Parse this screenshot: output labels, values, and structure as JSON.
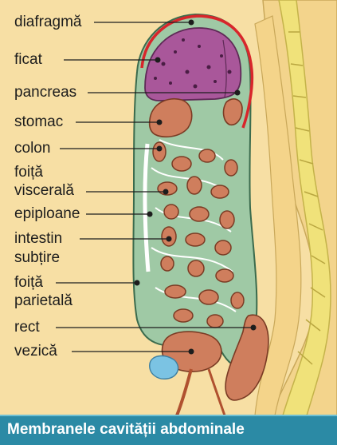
{
  "labels": {
    "diafragma": "diafragmă",
    "ficat": "ficat",
    "pancreas": "pancreas",
    "stomac": "stomac",
    "colon": "colon",
    "foita_viscerala_line1": "foiță",
    "foita_viscerala_line2": "viscerală",
    "epiploane": "epiploane",
    "intestin_line1": "intestin",
    "intestin_line2": "subțire",
    "foita_parietala_line1": "foiță",
    "foita_parietala_line2": "parietală",
    "rect": "rect",
    "vezica": "vezică"
  },
  "caption": "Membranele cavității abdominale",
  "colors": {
    "background": "#f7dfa4",
    "cavity_green": "#9fc9a5",
    "liver_purple": "#a9579a",
    "organ_brown": "#cf7e5d",
    "diaphragm_red": "#d8262b",
    "spine_yellow": "#f0e27a",
    "bladder_blue": "#7bc3e3",
    "caption_bar": "#2b8aa5"
  }
}
